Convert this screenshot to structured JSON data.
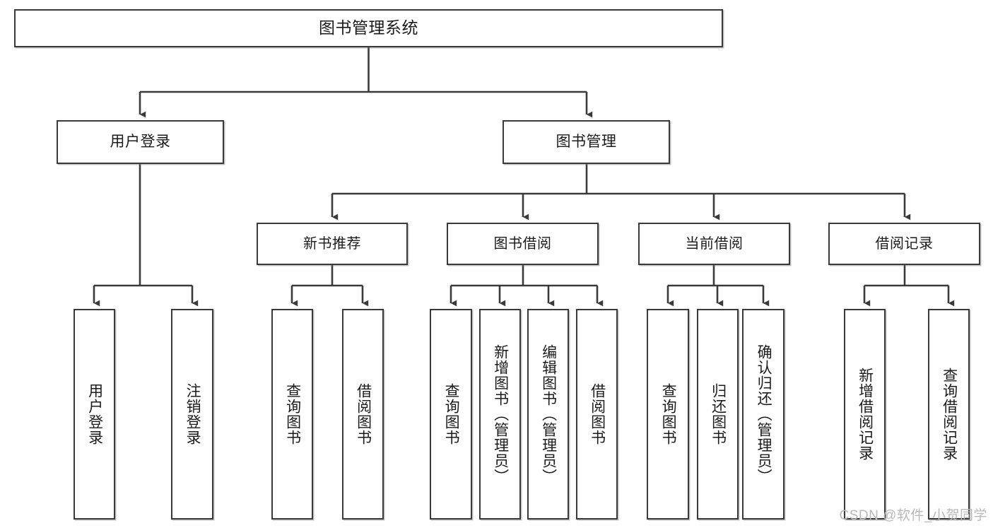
{
  "diagram": {
    "type": "tree",
    "title": "图书管理系统",
    "orientation": "top-down",
    "colors": {
      "box_border": "#3a3a3a",
      "box_fill": "#ffffff",
      "connector": "#3a3a3a",
      "watermark": "#b9b9b9"
    },
    "watermark": "CSDN @软件_小贺同学",
    "nodes": {
      "root": {
        "label": "图书管理系统"
      },
      "level1": [
        {
          "id": "user-login",
          "label": "用户登录"
        },
        {
          "id": "book-manage",
          "label": "图书管理"
        }
      ],
      "level2": [
        {
          "id": "new-book-recommend",
          "label": "新书推荐"
        },
        {
          "id": "book-borrow",
          "label": "图书借阅"
        },
        {
          "id": "current-borrow",
          "label": "当前借阅"
        },
        {
          "id": "borrow-record",
          "label": "借阅记录"
        }
      ],
      "leaves": {
        "user-login": [
          {
            "id": "leaf-user-login",
            "label": "用户登录"
          },
          {
            "id": "leaf-logout-login",
            "label": "注销登录"
          }
        ],
        "new-book-recommend": [
          {
            "id": "leaf-query-book-1",
            "label": "查询图书"
          },
          {
            "id": "leaf-borrow-book-1",
            "label": "借阅图书"
          }
        ],
        "book-borrow": [
          {
            "id": "leaf-query-book-2",
            "label": "查询图书"
          },
          {
            "id": "leaf-add-book",
            "label": "新增图书（管理员）"
          },
          {
            "id": "leaf-edit-book",
            "label": "编辑图书（管理员）"
          },
          {
            "id": "leaf-borrow-book-2",
            "label": "借阅图书"
          }
        ],
        "current-borrow": [
          {
            "id": "leaf-query-book-3",
            "label": "查询图书"
          },
          {
            "id": "leaf-return-book",
            "label": "归还图书"
          },
          {
            "id": "leaf-confirm-return",
            "label": "确认归还（管理员）"
          }
        ],
        "borrow-record": [
          {
            "id": "leaf-add-record",
            "label": "新增借阅记录"
          },
          {
            "id": "leaf-query-record",
            "label": "查询借阅记录"
          }
        ]
      }
    }
  }
}
